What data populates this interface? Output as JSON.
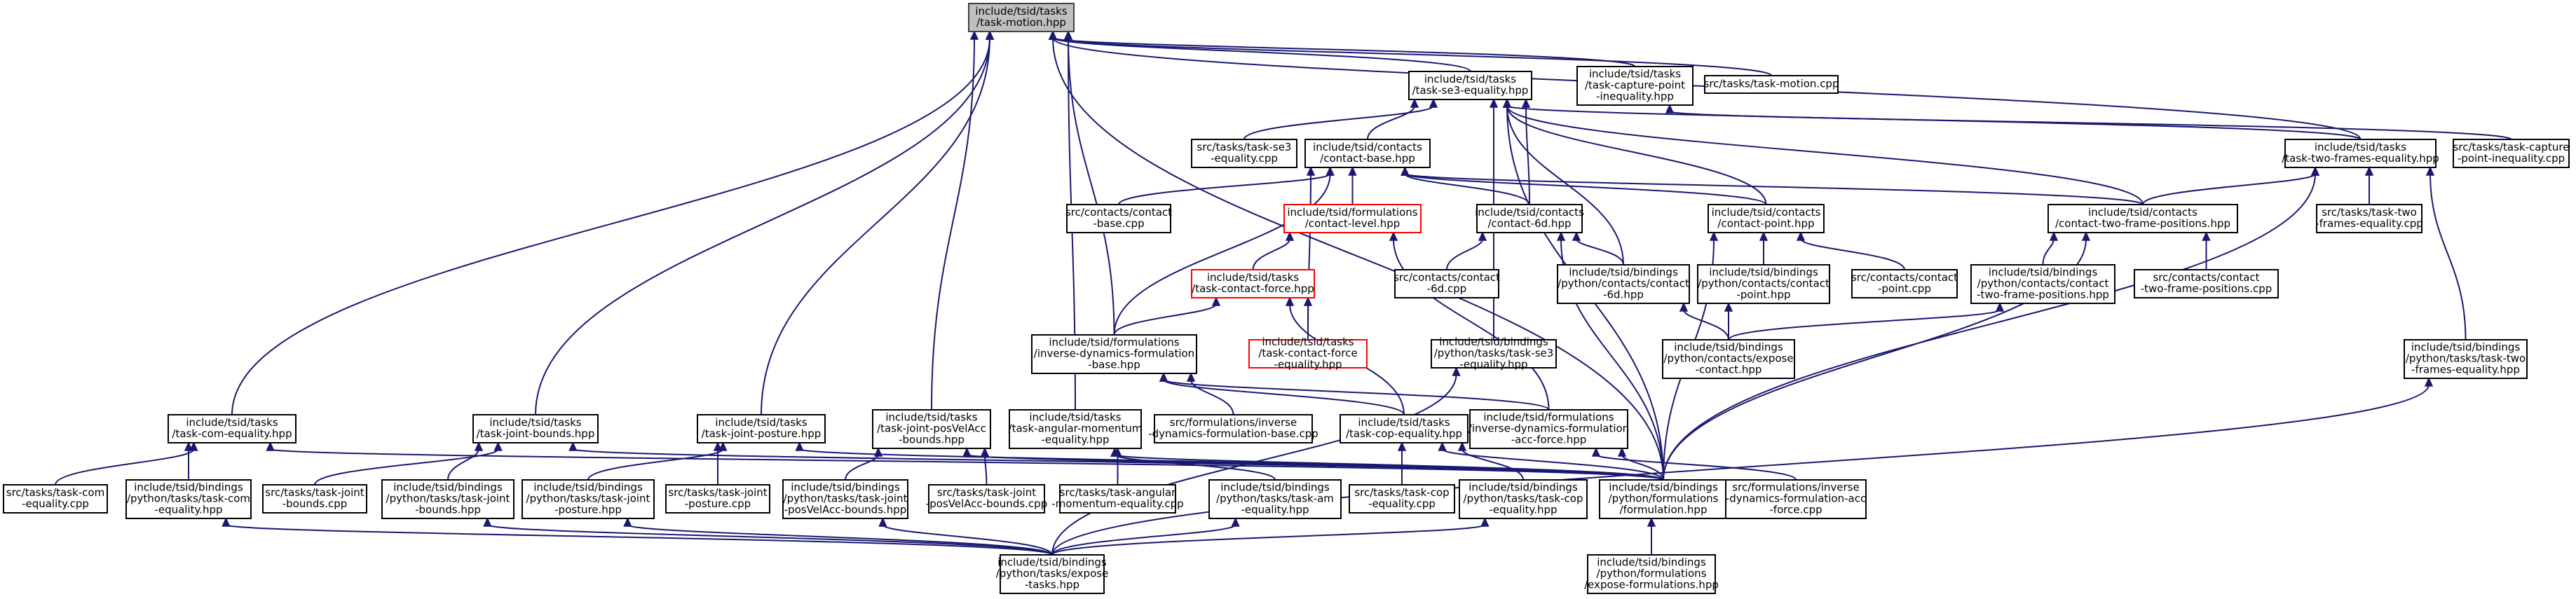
{
  "nodes": [
    {
      "id": "n0",
      "lines": [
        "include/tsid/tasks",
        "/task-motion.hpp"
      ],
      "style": "root"
    },
    {
      "id": "n1",
      "lines": [
        "include/tsid/tasks",
        "/task-se3-equality.hpp"
      ],
      "style": "normal"
    },
    {
      "id": "n2",
      "lines": [
        "include/tsid/tasks",
        "/task-capture-point",
        "-inequality.hpp"
      ],
      "style": "normal"
    },
    {
      "id": "n3",
      "lines": [
        "src/tasks/task-motion.cpp"
      ],
      "style": "normal"
    },
    {
      "id": "n4",
      "lines": [
        "src/tasks/task-capture",
        "-point-inequality.cpp"
      ],
      "style": "normal"
    },
    {
      "id": "n5",
      "lines": [
        "src/tasks/task-se3",
        "-equality.cpp"
      ],
      "style": "normal"
    },
    {
      "id": "n6",
      "lines": [
        "include/tsid/contacts",
        "/contact-base.hpp"
      ],
      "style": "normal"
    },
    {
      "id": "n7",
      "lines": [
        "include/tsid/tasks",
        "/task-two-frames-equality.hpp"
      ],
      "style": "normal"
    },
    {
      "id": "n8",
      "lines": [
        "src/contacts/contact",
        "-base.cpp"
      ],
      "style": "normal"
    },
    {
      "id": "n9",
      "lines": [
        "include/tsid/formulations",
        "/contact-level.hpp"
      ],
      "style": "red"
    },
    {
      "id": "n10",
      "lines": [
        "include/tsid/contacts",
        "/contact-6d.hpp"
      ],
      "style": "normal"
    },
    {
      "id": "n11",
      "lines": [
        "include/tsid/contacts",
        "/contact-point.hpp"
      ],
      "style": "normal"
    },
    {
      "id": "n12",
      "lines": [
        "include/tsid/contacts",
        "/contact-two-frame-positions.hpp"
      ],
      "style": "normal"
    },
    {
      "id": "n13",
      "lines": [
        "src/tasks/task-two",
        "-frames-equality.cpp"
      ],
      "style": "normal"
    },
    {
      "id": "n14",
      "lines": [
        "include/tsid/tasks",
        "/task-contact-force.hpp"
      ],
      "style": "red"
    },
    {
      "id": "n15",
      "lines": [
        "src/contacts/contact",
        "-6d.cpp"
      ],
      "style": "normal"
    },
    {
      "id": "n16",
      "lines": [
        "include/tsid/bindings",
        "/python/contacts/contact",
        "-6d.hpp"
      ],
      "style": "normal"
    },
    {
      "id": "n17",
      "lines": [
        "include/tsid/bindings",
        "/python/contacts/contact",
        "-point.hpp"
      ],
      "style": "normal"
    },
    {
      "id": "n18",
      "lines": [
        "src/contacts/contact",
        "-point.cpp"
      ],
      "style": "normal"
    },
    {
      "id": "n19",
      "lines": [
        "include/tsid/bindings",
        "/python/contacts/contact",
        "-two-frame-positions.hpp"
      ],
      "style": "normal"
    },
    {
      "id": "n20",
      "lines": [
        "src/contacts/contact",
        "-two-frame-positions.cpp"
      ],
      "style": "normal"
    },
    {
      "id": "n21",
      "lines": [
        "include/tsid/formulations",
        "/inverse-dynamics-formulation",
        "-base.hpp"
      ],
      "style": "normal"
    },
    {
      "id": "n22",
      "lines": [
        "include/tsid/tasks",
        "/task-contact-force",
        "-equality.hpp"
      ],
      "style": "red"
    },
    {
      "id": "n23",
      "lines": [
        "include/tsid/bindings",
        "/python/tasks/task-se3",
        "-equality.hpp"
      ],
      "style": "normal"
    },
    {
      "id": "n24",
      "lines": [
        "include/tsid/bindings",
        "/python/contacts/expose",
        "-contact.hpp"
      ],
      "style": "normal"
    },
    {
      "id": "n25",
      "lines": [
        "include/tsid/bindings",
        "/python/tasks/task-two",
        "-frames-equality.hpp"
      ],
      "style": "normal"
    },
    {
      "id": "n26",
      "lines": [
        "include/tsid/tasks",
        "/task-com-equality.hpp"
      ],
      "style": "normal"
    },
    {
      "id": "n27",
      "lines": [
        "include/tsid/tasks",
        "/task-joint-bounds.hpp"
      ],
      "style": "normal"
    },
    {
      "id": "n28",
      "lines": [
        "include/tsid/tasks",
        "/task-joint-posture.hpp"
      ],
      "style": "normal"
    },
    {
      "id": "n29",
      "lines": [
        "include/tsid/tasks",
        "/task-joint-posVelAcc",
        "-bounds.hpp"
      ],
      "style": "normal"
    },
    {
      "id": "n30",
      "lines": [
        "include/tsid/tasks",
        "/task-angular-momentum",
        "-equality.hpp"
      ],
      "style": "normal"
    },
    {
      "id": "n31",
      "lines": [
        "src/formulations/inverse",
        "-dynamics-formulation-base.cpp"
      ],
      "style": "normal"
    },
    {
      "id": "n32",
      "lines": [
        "include/tsid/tasks",
        "/task-cop-equality.hpp"
      ],
      "style": "normal"
    },
    {
      "id": "n33",
      "lines": [
        "include/tsid/formulations",
        "/inverse-dynamics-formulation",
        "-acc-force.hpp"
      ],
      "style": "normal"
    },
    {
      "id": "n34",
      "lines": [
        "src/tasks/task-com",
        "-equality.cpp"
      ],
      "style": "normal"
    },
    {
      "id": "n35",
      "lines": [
        "include/tsid/bindings",
        "/python/tasks/task-com",
        "-equality.hpp"
      ],
      "style": "normal"
    },
    {
      "id": "n36",
      "lines": [
        "src/tasks/task-joint",
        "-bounds.cpp"
      ],
      "style": "normal"
    },
    {
      "id": "n37",
      "lines": [
        "include/tsid/bindings",
        "/python/tasks/task-joint",
        "-bounds.hpp"
      ],
      "style": "normal"
    },
    {
      "id": "n38",
      "lines": [
        "include/tsid/bindings",
        "/python/tasks/task-joint",
        "-posture.hpp"
      ],
      "style": "normal"
    },
    {
      "id": "n39",
      "lines": [
        "src/tasks/task-joint",
        "-posture.cpp"
      ],
      "style": "normal"
    },
    {
      "id": "n40",
      "lines": [
        "include/tsid/bindings",
        "/python/tasks/task-joint",
        "-posVelAcc-bounds.hpp"
      ],
      "style": "normal"
    },
    {
      "id": "n41",
      "lines": [
        "src/tasks/task-joint",
        "-posVelAcc-bounds.cpp"
      ],
      "style": "normal"
    },
    {
      "id": "n42",
      "lines": [
        "src/tasks/task-angular",
        "-momentum-equality.cpp"
      ],
      "style": "normal"
    },
    {
      "id": "n43",
      "lines": [
        "include/tsid/bindings",
        "/python/tasks/task-am",
        "-equality.hpp"
      ],
      "style": "normal"
    },
    {
      "id": "n44",
      "lines": [
        "src/tasks/task-cop",
        "-equality.cpp"
      ],
      "style": "normal"
    },
    {
      "id": "n45",
      "lines": [
        "include/tsid/bindings",
        "/python/tasks/task-cop",
        "-equality.hpp"
      ],
      "style": "normal"
    },
    {
      "id": "n46",
      "lines": [
        "include/tsid/bindings",
        "/python/formulations",
        "/formulation.hpp"
      ],
      "style": "normal"
    },
    {
      "id": "n47",
      "lines": [
        "src/formulations/inverse",
        "-dynamics-formulation-acc",
        "-force.cpp"
      ],
      "style": "normal"
    },
    {
      "id": "n48",
      "lines": [
        "include/tsid/bindings",
        "/python/tasks/expose",
        "-tasks.hpp"
      ],
      "style": "normal"
    },
    {
      "id": "n49",
      "lines": [
        "include/tsid/bindings",
        "/python/formulations",
        "/expose-formulations.hpp"
      ],
      "style": "normal"
    }
  ],
  "edges": [
    [
      "n1",
      "n0"
    ],
    [
      "n2",
      "n0"
    ],
    [
      "n3",
      "n0"
    ],
    [
      "n7",
      "n0"
    ],
    [
      "n21",
      "n0"
    ],
    [
      "n26",
      "n0"
    ],
    [
      "n27",
      "n0"
    ],
    [
      "n28",
      "n0"
    ],
    [
      "n29",
      "n0"
    ],
    [
      "n30",
      "n0"
    ],
    [
      "n46",
      "n0"
    ],
    [
      "n4",
      "n2"
    ],
    [
      "n5",
      "n1"
    ],
    [
      "n6",
      "n1"
    ],
    [
      "n10",
      "n1"
    ],
    [
      "n11",
      "n1"
    ],
    [
      "n12",
      "n1"
    ],
    [
      "n16",
      "n1"
    ],
    [
      "n23",
      "n1"
    ],
    [
      "n46",
      "n1"
    ],
    [
      "n7",
      "n1"
    ],
    [
      "n8",
      "n6"
    ],
    [
      "n9",
      "n6"
    ],
    [
      "n10",
      "n6"
    ],
    [
      "n11",
      "n6"
    ],
    [
      "n12",
      "n6"
    ],
    [
      "n21",
      "n6"
    ],
    [
      "n22",
      "n6"
    ],
    [
      "n14",
      "n9"
    ],
    [
      "n33",
      "n9"
    ],
    [
      "n21",
      "n14"
    ],
    [
      "n22",
      "n14"
    ],
    [
      "n32",
      "n14"
    ],
    [
      "n15",
      "n10"
    ],
    [
      "n16",
      "n10"
    ],
    [
      "n46",
      "n10"
    ],
    [
      "n17",
      "n11"
    ],
    [
      "n18",
      "n11"
    ],
    [
      "n46",
      "n11"
    ],
    [
      "n19",
      "n12"
    ],
    [
      "n20",
      "n12"
    ],
    [
      "n46",
      "n12"
    ],
    [
      "n12",
      "n7"
    ],
    [
      "n13",
      "n7"
    ],
    [
      "n25",
      "n7"
    ],
    [
      "n46",
      "n7"
    ],
    [
      "n24",
      "n16"
    ],
    [
      "n24",
      "n17"
    ],
    [
      "n24",
      "n19"
    ],
    [
      "n31",
      "n21"
    ],
    [
      "n32",
      "n21"
    ],
    [
      "n33",
      "n21"
    ],
    [
      "n48",
      "n23"
    ],
    [
      "n48",
      "n25"
    ],
    [
      "n34",
      "n26"
    ],
    [
      "n35",
      "n26"
    ],
    [
      "n46",
      "n26"
    ],
    [
      "n36",
      "n27"
    ],
    [
      "n37",
      "n27"
    ],
    [
      "n46",
      "n27"
    ],
    [
      "n38",
      "n28"
    ],
    [
      "n39",
      "n28"
    ],
    [
      "n46",
      "n28"
    ],
    [
      "n40",
      "n29"
    ],
    [
      "n41",
      "n29"
    ],
    [
      "n46",
      "n29"
    ],
    [
      "n42",
      "n30"
    ],
    [
      "n43",
      "n30"
    ],
    [
      "n46",
      "n30"
    ],
    [
      "n44",
      "n32"
    ],
    [
      "n45",
      "n32"
    ],
    [
      "n46",
      "n32"
    ],
    [
      "n46",
      "n33"
    ],
    [
      "n47",
      "n33"
    ],
    [
      "n48",
      "n35"
    ],
    [
      "n48",
      "n37"
    ],
    [
      "n48",
      "n38"
    ],
    [
      "n48",
      "n40"
    ],
    [
      "n48",
      "n43"
    ],
    [
      "n48",
      "n45"
    ],
    [
      "n49",
      "n46"
    ]
  ]
}
